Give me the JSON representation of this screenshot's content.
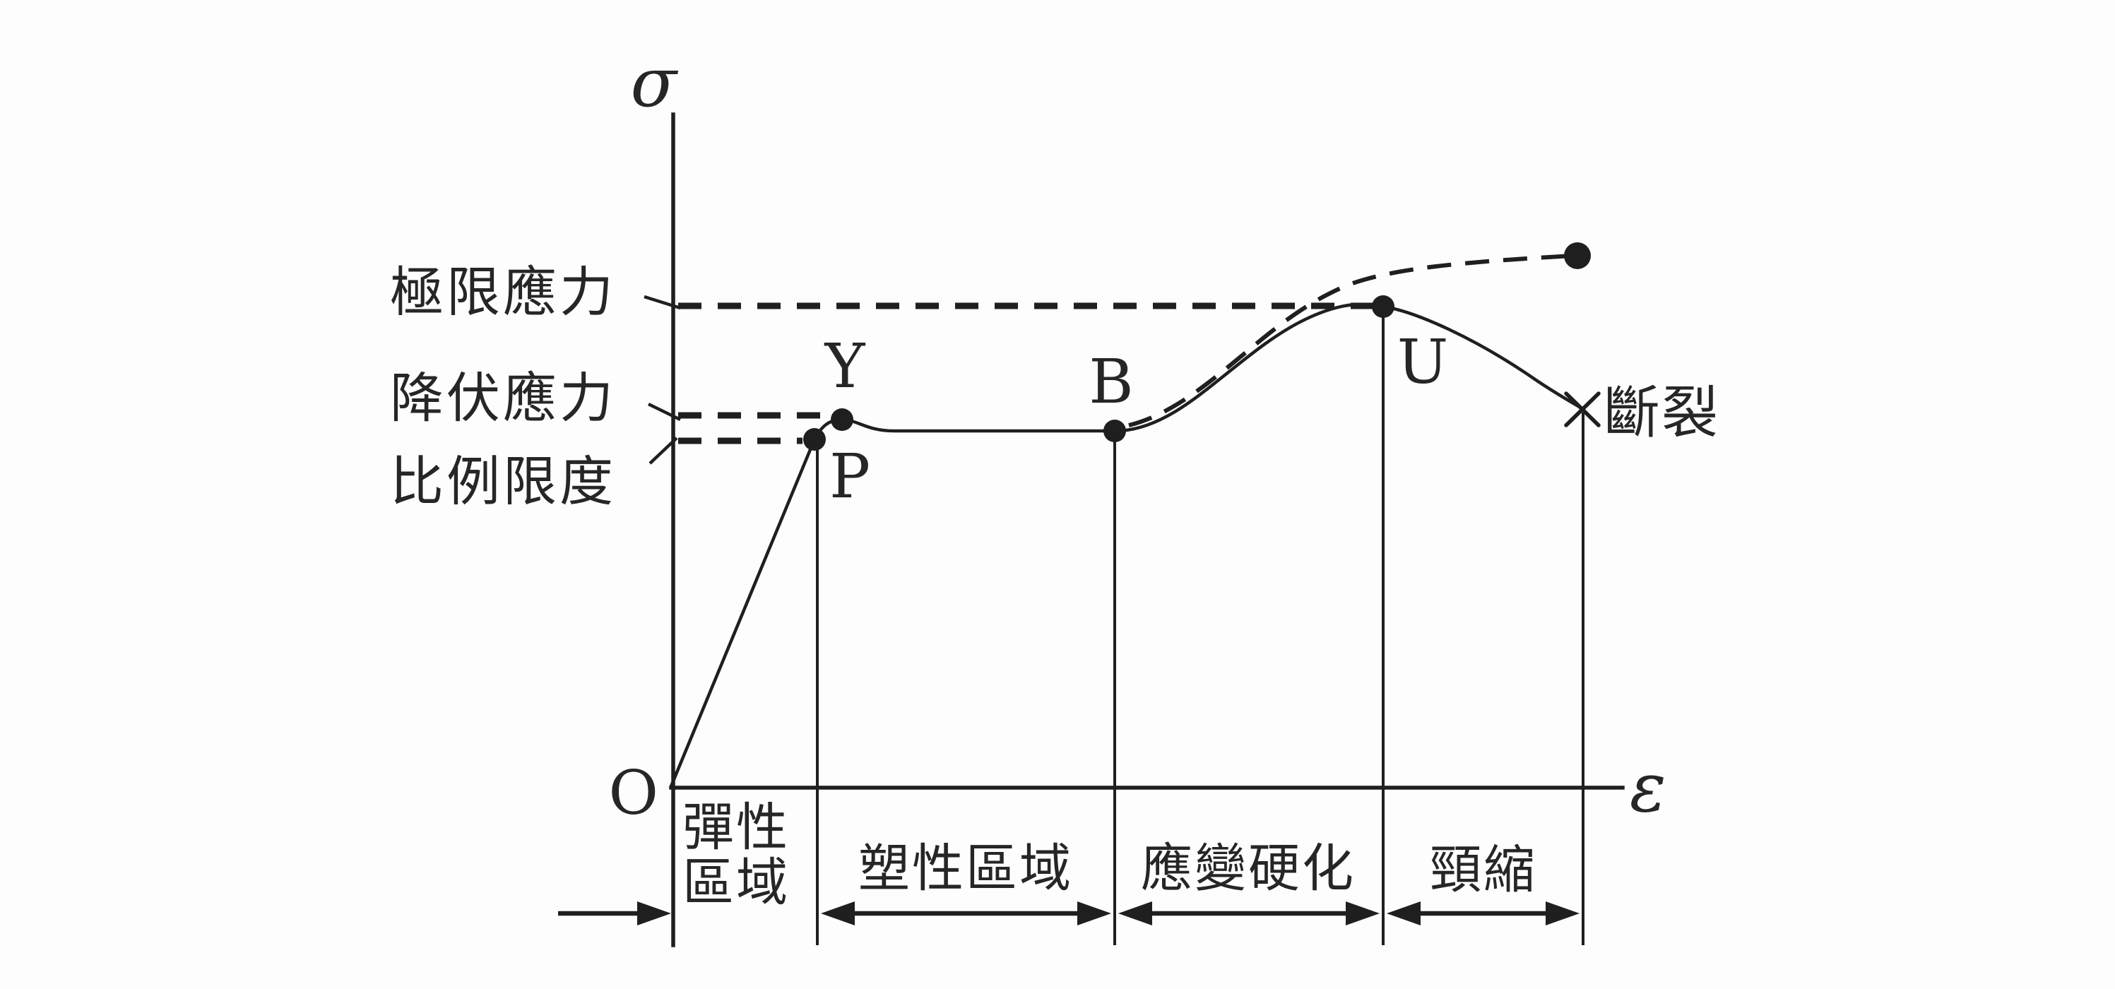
{
  "figure": {
    "background": "#fdfdfd",
    "ink": "#1f1f1f",
    "axis": {
      "y_label": "σ",
      "x_label": "ε",
      "origin_label": "O"
    },
    "stress_levels": [
      {
        "id": "ultimate-stress",
        "label": "極限應力"
      },
      {
        "id": "yield-stress",
        "label": "降伏應力"
      },
      {
        "id": "proportional-limit",
        "label": "比例限度"
      }
    ],
    "points": [
      {
        "id": "Y",
        "label": "Y"
      },
      {
        "id": "P",
        "label": "P"
      },
      {
        "id": "B",
        "label": "B"
      },
      {
        "id": "U",
        "label": "U"
      }
    ],
    "fracture_label": "斷裂",
    "regions": [
      {
        "id": "elastic",
        "line1": "彈性",
        "line2": "區域"
      },
      {
        "id": "plastic",
        "label": "塑性區域"
      },
      {
        "id": "strain-hardening",
        "label": "應變硬化"
      },
      {
        "id": "necking",
        "label": "頸縮"
      }
    ]
  },
  "chart_data": {
    "type": "line",
    "title": "",
    "xlabel": "ε",
    "ylabel": "σ",
    "axis_numeric_labels": false,
    "legend": "none",
    "series": [
      {
        "name": "engineering-stress-strain-curve",
        "style": "solid",
        "points_rel": [
          [
            0.0,
            0.0
          ],
          [
            0.15,
            0.72
          ],
          [
            0.18,
            0.765
          ],
          [
            0.23,
            0.74
          ],
          [
            0.465,
            0.74
          ],
          [
            0.6,
            0.88
          ],
          [
            0.747,
            1.0
          ],
          [
            0.88,
            0.86
          ],
          [
            0.955,
            0.785
          ]
        ]
      },
      {
        "name": "true-stress-curve",
        "style": "dashed",
        "points_rel": [
          [
            0.48,
            0.75
          ],
          [
            0.6,
            0.9
          ],
          [
            0.747,
            1.06
          ],
          [
            0.95,
            1.1
          ]
        ]
      }
    ],
    "reference_lines_rel": [
      {
        "label": "極限應力",
        "y": 1.0
      },
      {
        "label": "降伏應力",
        "y": 0.77
      },
      {
        "label": "比例限度",
        "y": 0.72
      }
    ],
    "marked_points": [
      "P",
      "Y",
      "B",
      "U"
    ],
    "fracture_marker": "×",
    "region_spans_rel": [
      {
        "label": "彈性區域",
        "x0": 0.0,
        "x1": 0.152
      },
      {
        "label": "塑性區域",
        "x0": 0.152,
        "x1": 0.465
      },
      {
        "label": "應變硬化",
        "x0": 0.465,
        "x1": 0.747
      },
      {
        "label": "頸縮",
        "x0": 0.747,
        "x1": 0.957
      }
    ]
  }
}
